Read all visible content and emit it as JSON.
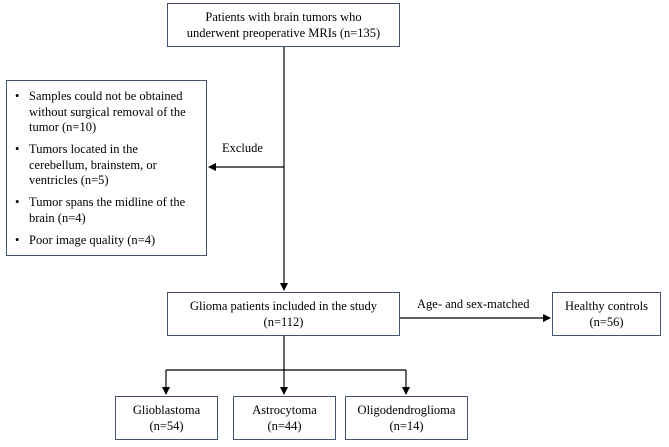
{
  "top_box": {
    "line1": "Patients with brain tumors who",
    "line2": "underwent preoperative MRIs (n=135)"
  },
  "exclude_label": "Exclude",
  "exclusion_box": {
    "items": [
      {
        "lines": [
          "Samples could not be obtained",
          "without surgical removal of the",
          "tumor (n=10)"
        ]
      },
      {
        "lines": [
          "Tumors located in the",
          "cerebellum, brainstem, or",
          "ventricles (n=5)"
        ]
      },
      {
        "lines": [
          "Tumor spans the midline of the",
          "brain (n=4)"
        ]
      },
      {
        "lines": [
          "Poor image quality (n=4)"
        ]
      }
    ]
  },
  "glioma_box": {
    "line1": "Glioma patients included in the study",
    "line2": "(n=112)"
  },
  "matched_label": "Age- and sex-matched",
  "healthy_box": {
    "line1": "Healthy controls",
    "line2": "(n=56)"
  },
  "subtypes": {
    "glioblastoma": {
      "line1": "Glioblastoma",
      "line2": "(n=54)"
    },
    "astrocytoma": {
      "line1": "Astrocytoma",
      "line2": "(n=44)"
    },
    "oligodendroglioma": {
      "line1": "Oligodendroglioma",
      "line2": "(n=14)"
    }
  },
  "colors": {
    "box_border": "#44546a",
    "arrow": "#000000",
    "background": "#ffffff"
  }
}
